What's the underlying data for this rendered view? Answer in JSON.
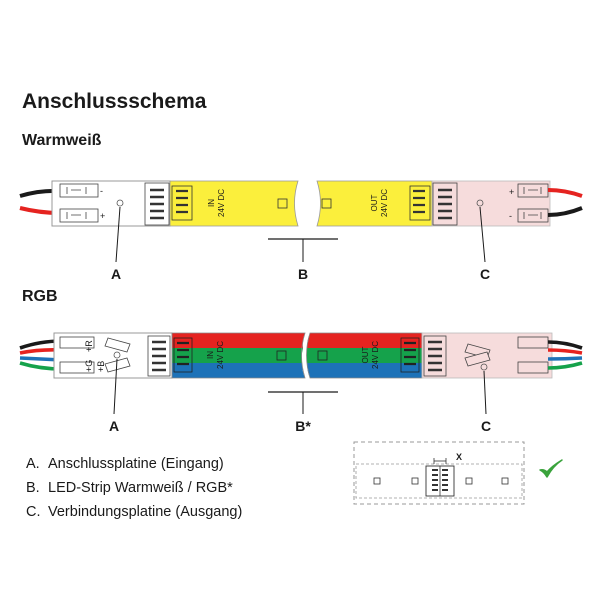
{
  "title": "Anschlussschema",
  "sections": {
    "warm": "Warmweiß",
    "rgb": "RGB"
  },
  "strip_labels": {
    "in_line1": "IN",
    "in_line2": "24V DC",
    "out_line1": "OUT",
    "out_line2": "24V DC"
  },
  "polarity": {
    "plus": "+",
    "minus": "-",
    "pin_r": "+R",
    "pin_g": "+G",
    "pin_b": "+B"
  },
  "callouts": {
    "warm": [
      "A",
      "B",
      "C"
    ],
    "rgb": [
      "A",
      "B*",
      "C"
    ]
  },
  "legend": [
    {
      "key": "A.",
      "text": "Anschlussplatine (Eingang)"
    },
    {
      "key": "B.",
      "text": "LED-Strip Warmweiß / RGB*"
    },
    {
      "key": "C.",
      "text": "Verbindungsplatine (Ausgang)"
    }
  ],
  "gap_label": "X",
  "colors": {
    "warm_strip": "#fbef3c",
    "connector_pink": "#f6dcdc",
    "red": "#e52320",
    "green": "#15a24b",
    "blue": "#1d72b8",
    "wire_black": "#1a1a1a",
    "check_green": "#3aa33c"
  }
}
